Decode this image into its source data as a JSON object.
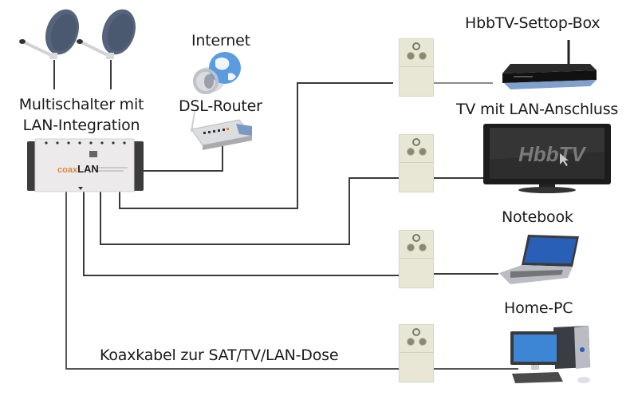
{
  "diagram": {
    "labels": {
      "multiswitch": [
        "Multischalter mit",
        "LAN-Integration"
      ],
      "internet": "Internet",
      "router": "DSL-Router",
      "settop": "HbbTV-Settop-Box",
      "tv": "TV mit LAN-Anschluss",
      "notebook": "Notebook",
      "homepc": "Home-PC",
      "coax": "Koaxkabel zur SAT/TV/LAN-Dose"
    },
    "multiswitch_brand": {
      "prefix": "coax",
      "suffix": "LAN"
    },
    "tv_screen_text": "HbbTV",
    "devices": [
      {
        "id": "satellite-dish-1",
        "type": "satellite-dish"
      },
      {
        "id": "satellite-dish-2",
        "type": "satellite-dish"
      },
      {
        "id": "multiswitch",
        "type": "multiswitch"
      },
      {
        "id": "internet-globe",
        "type": "globe"
      },
      {
        "id": "dsl-router",
        "type": "router"
      },
      {
        "id": "settop-box",
        "type": "settop-box"
      },
      {
        "id": "tv",
        "type": "tv"
      },
      {
        "id": "notebook",
        "type": "laptop"
      },
      {
        "id": "home-pc",
        "type": "desktop-pc"
      }
    ],
    "sockets": [
      "socket-settop",
      "socket-tv",
      "socket-notebook",
      "socket-homepc"
    ],
    "connections": [
      {
        "from": "satellite-dish-1",
        "to": "multiswitch"
      },
      {
        "from": "satellite-dish-2",
        "to": "multiswitch"
      },
      {
        "from": "multiswitch",
        "to": "dsl-router"
      },
      {
        "from": "multiswitch",
        "to": "socket-settop"
      },
      {
        "from": "socket-settop",
        "to": "settop-box"
      },
      {
        "from": "multiswitch",
        "to": "socket-tv"
      },
      {
        "from": "socket-tv",
        "to": "tv"
      },
      {
        "from": "multiswitch",
        "to": "socket-notebook"
      },
      {
        "from": "socket-notebook",
        "to": "notebook"
      },
      {
        "from": "multiswitch",
        "to": "socket-homepc"
      },
      {
        "from": "socket-homepc",
        "to": "home-pc"
      }
    ],
    "colors": {
      "wire": "#3a3a3a",
      "dish": "#55647c",
      "socket": "#e8e6d4",
      "brand_prefix": "#d98a3a",
      "brand_suffix": "#222222",
      "screen_blue": "#2f7fd6"
    }
  }
}
